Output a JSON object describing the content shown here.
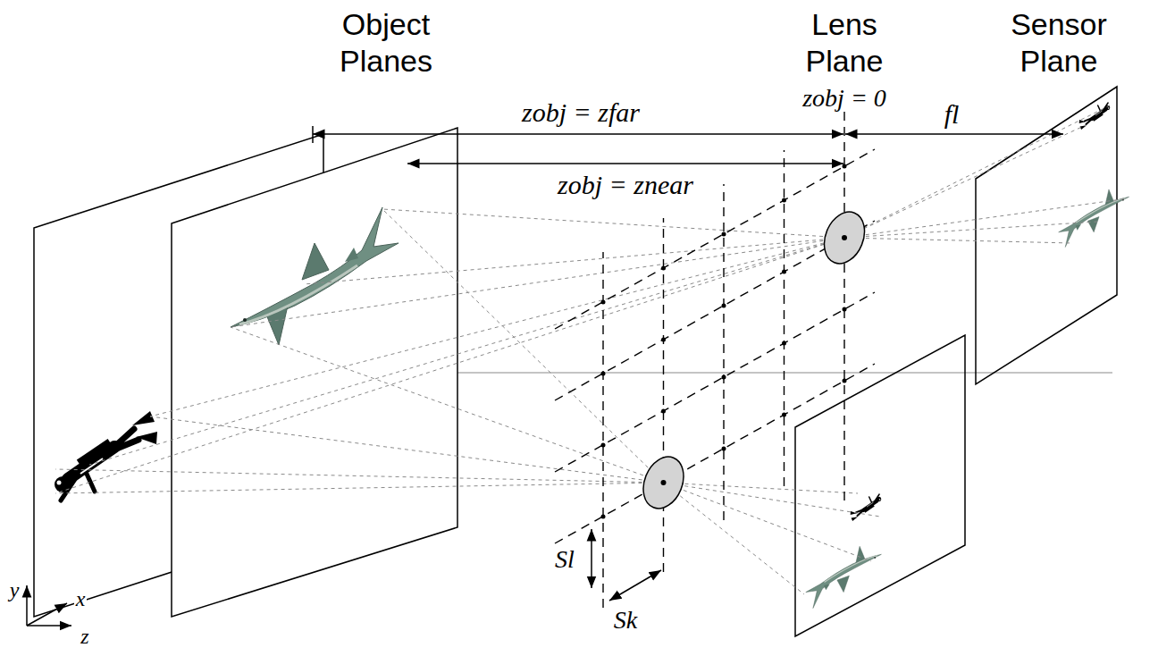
{
  "diagram": {
    "labels": [
      "Object Planes",
      "Lens Plane",
      "Sensor Plane",
      "zobj = zfar",
      "zobj = 0",
      "fl",
      "zobj = znear",
      "Sl",
      "Sk",
      "y",
      "x",
      "z"
    ]
  }
}
